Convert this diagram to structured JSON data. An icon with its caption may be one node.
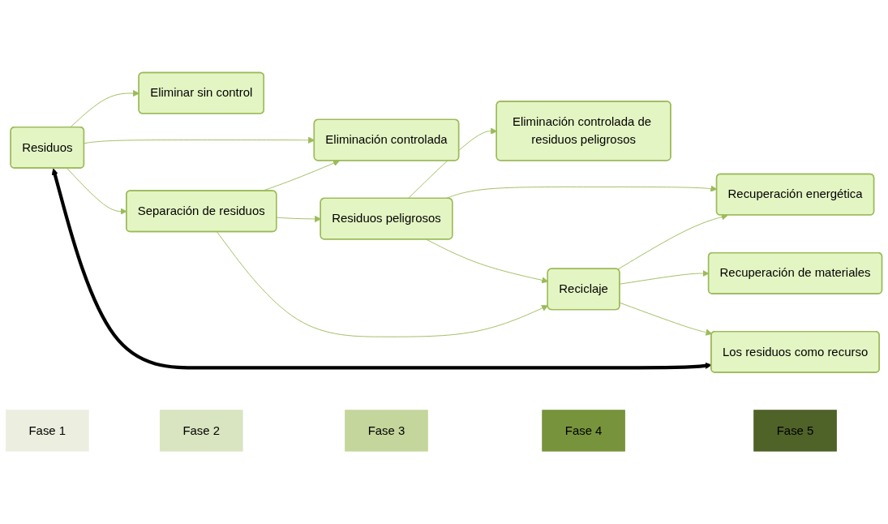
{
  "diagram": {
    "nodes": [
      {
        "text": [
          "Eliminar sin control"
        ]
      },
      {
        "text": [
          "Eliminación controlada de residuos peligrosos"
        ]
      },
      {
        "text": [
          "Recuperación energética"
        ]
      },
      {
        "text": [
          "Eliminación controlada"
        ]
      },
      {
        "text": [
          "Residuos peligrosos"
        ]
      },
      {
        "text": [
          "Residuos"
        ]
      },
      {
        "text": [
          "Reciclaje"
        ]
      },
      {
        "text": [
          "Los residuos como recurso"
        ]
      },
      {
        "text": [
          "Separación de residuos"
        ]
      },
      {
        "text": [
          "Recuperación de materiales"
        ]
      },
      {
        "text": [
          "Fase 1"
        ]
      },
      {
        "text": [
          "Fase 2"
        ]
      },
      {
        "text": [
          "Fase 3"
        ]
      },
      {
        "text": [
          "Fase 4"
        ]
      },
      {
        "text": [
          "Fase 5"
        ]
      }
    ],
    "edges": [
      {
        "from": 5,
        "to": 0,
        "arrow": "to"
      },
      {
        "from": 5,
        "to": 3,
        "arrow": "to"
      },
      {
        "from": 5,
        "to": 8,
        "arrow": "to"
      },
      {
        "from": 8,
        "to": 3,
        "arrow": "to"
      },
      {
        "from": 8,
        "to": 4,
        "arrow": "to"
      },
      {
        "from": 8,
        "to": 6,
        "arrow": "to"
      },
      {
        "from": 4,
        "to": 1,
        "arrow": "to"
      },
      {
        "from": 4,
        "to": 2,
        "arrow": "to"
      },
      {
        "from": 4,
        "to": 6,
        "arrow": "to"
      },
      {
        "from": 6,
        "to": 2,
        "arrow": "to"
      },
      {
        "from": 6,
        "to": 9,
        "arrow": "to"
      },
      {
        "from": 6,
        "to": 7,
        "arrow": "to"
      },
      {
        "from": 5,
        "to": 7,
        "arrow": "both",
        "style": "thick",
        "color": "#000000"
      }
    ]
  }
}
